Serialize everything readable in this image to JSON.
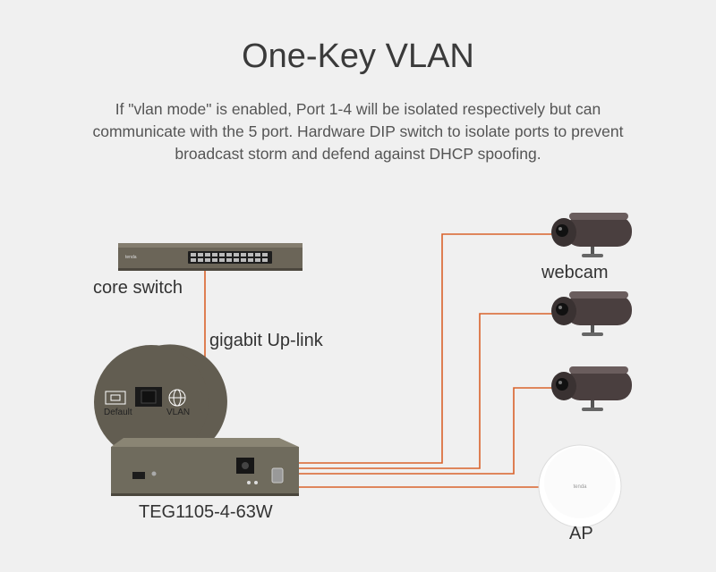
{
  "header": {
    "title": "One-Key VLAN",
    "description": "If \"vlan mode\" is enabled, Port 1-4 will be isolated respectively but can communicate with the 5 port. Hardware DIP switch to isolate ports to prevent broadcast storm and defend against DHCP spoofing."
  },
  "diagram": {
    "core_switch_label": "core switch",
    "uplink_label": "gigabit Up-link",
    "device_label": "TEG1105-4-63W",
    "webcam_label": "webcam",
    "ap_label": "AP",
    "dip_default_label": "Default",
    "dip_vlan_label": "VLAN",
    "cable_color": "#d9622b"
  }
}
